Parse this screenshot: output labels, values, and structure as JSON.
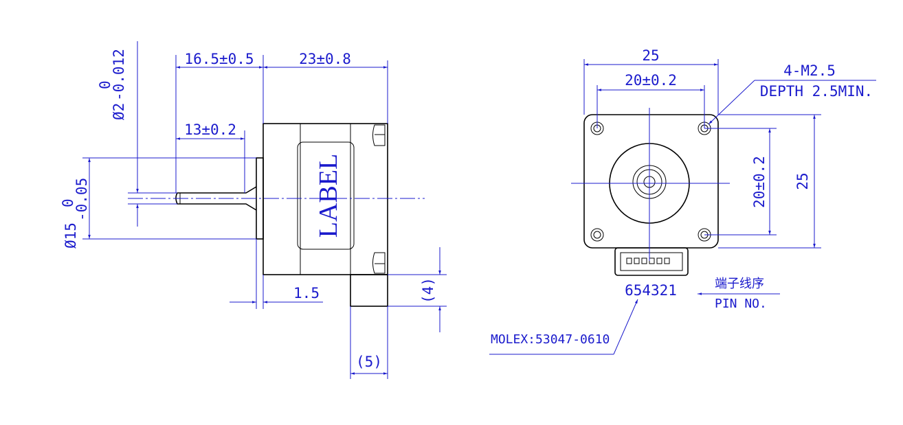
{
  "side_view": {
    "label": "LABEL",
    "shaft_length": "16.5±0.5",
    "body_length": "23±0.8",
    "shaft_flat": "13±0.2",
    "shaft_dia_nominal": "Ø2",
    "shaft_dia_tol_upper": "0",
    "shaft_dia_tol_lower": "-0.012",
    "boss_dia_nominal": "Ø15",
    "boss_dia_tol_upper": "0",
    "boss_dia_tol_lower": "-0.05",
    "boss_height": "1.5",
    "connector_height": "(4)",
    "connector_width": "(5)"
  },
  "front_view": {
    "width_overall": "25",
    "hole_spacing_h": "20±0.2",
    "mount_holes": "4-M2.5",
    "hole_depth": "DEPTH 2.5MIN.",
    "hole_spacing_v": "20±0.2",
    "height_overall": "25",
    "pin_numbers": "654321",
    "pin_label_cn": "端子线序",
    "pin_label_en": "PIN NO.",
    "connector_part": "MOLEX:53047-0610"
  }
}
